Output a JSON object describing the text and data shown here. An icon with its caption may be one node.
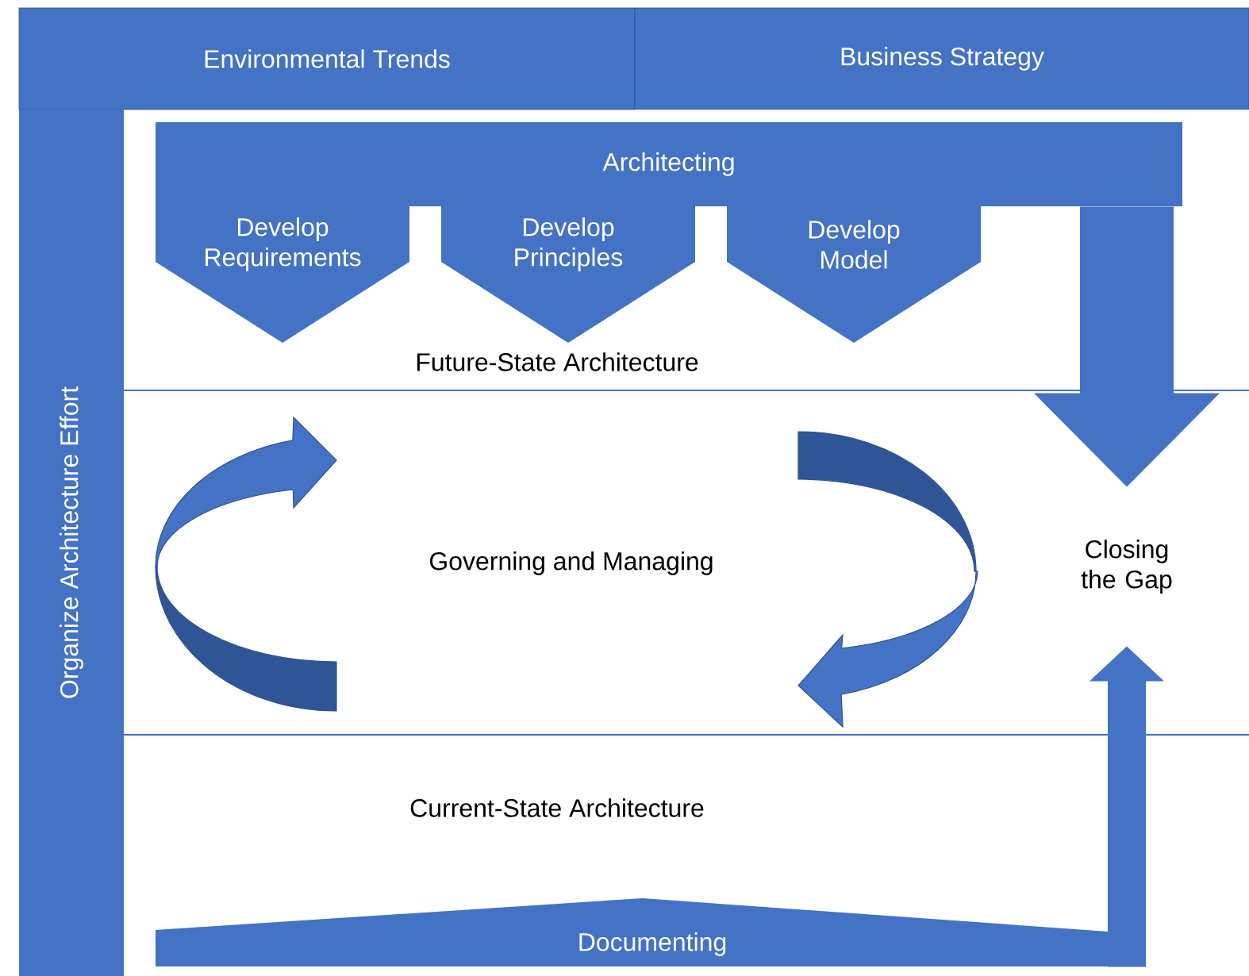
{
  "diagram": {
    "nodes": [
      {
        "text": [
          "Environmental Trends"
        ]
      },
      {
        "text": [
          "Business Strategy"
        ]
      },
      {
        "text": [
          "Organize Architecture Effort"
        ]
      },
      {
        "text": [
          "Architecting"
        ]
      },
      {
        "text": [
          "Develop Requirements"
        ]
      },
      {
        "text": [
          "Develop Principles"
        ]
      },
      {
        "text": [
          "Develop Model"
        ]
      },
      {
        "text": [
          "Closing the Gap"
        ]
      },
      {
        "text": [
          "Documenting"
        ]
      }
    ],
    "edges": [
      {
        "from": 3,
        "to": 7,
        "arrow": "to",
        "style": "thick"
      },
      {
        "from": 8,
        "to": 7,
        "arrow": "to",
        "style": "thick"
      }
    ],
    "labels": [
      "Future-State Architecture",
      "Governing and Managing",
      "Current-State Architecture"
    ]
  }
}
